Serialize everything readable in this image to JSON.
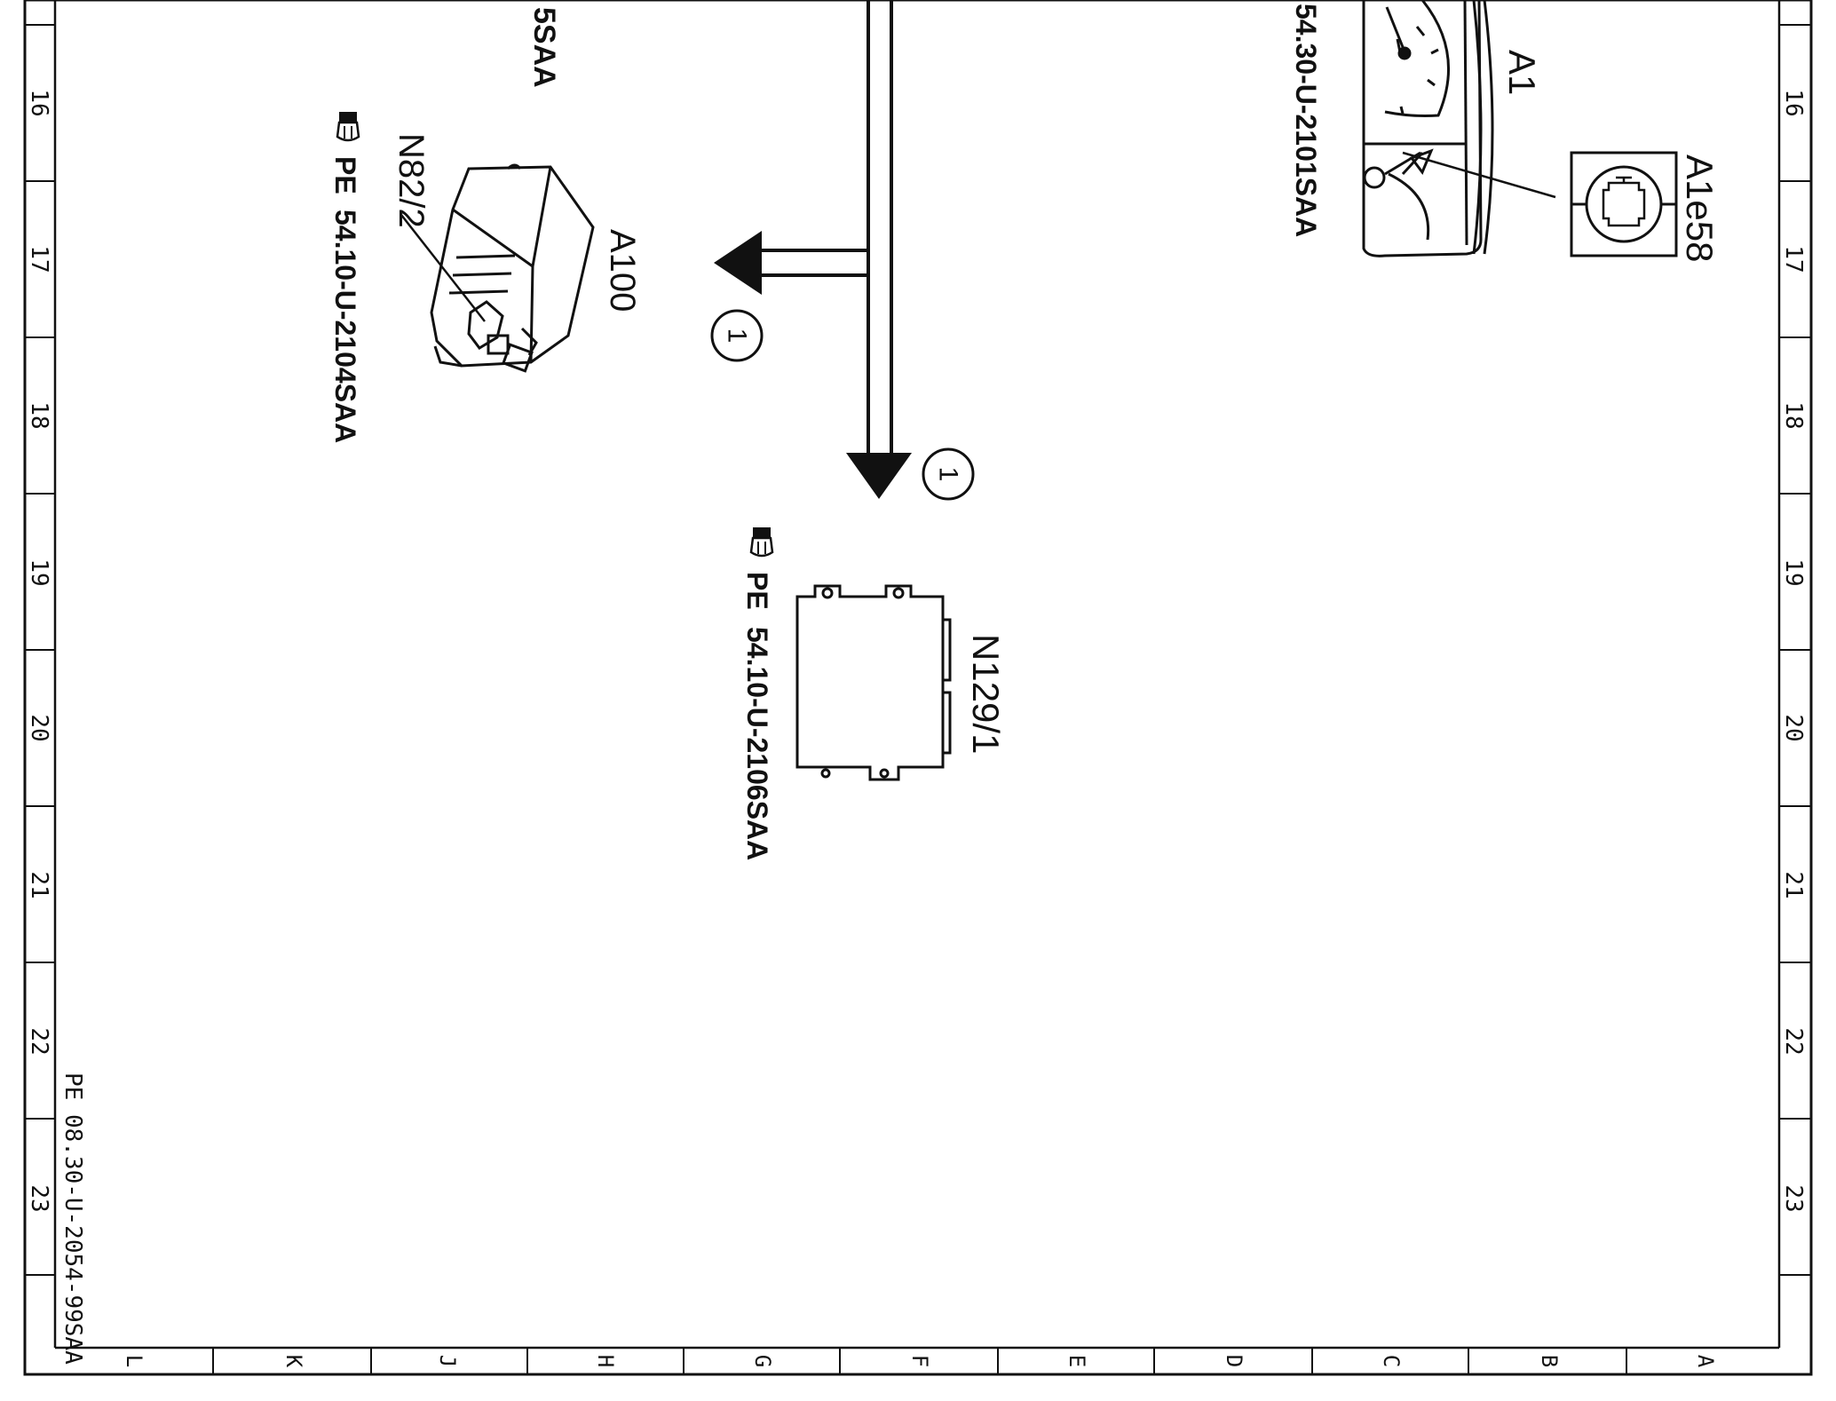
{
  "frame": {
    "row_numbers": [
      "16",
      "17",
      "18",
      "19",
      "20",
      "21",
      "22",
      "23"
    ],
    "column_letters": [
      "L",
      "K",
      "J",
      "H",
      "G",
      "F",
      "E",
      "D",
      "C",
      "B",
      "A"
    ]
  },
  "document_ref": "PE 08.30-U-2054-99SAA",
  "components": {
    "a100": {
      "designation": "A100",
      "sub_designation": "N82/2",
      "ref_prefix": "PE",
      "ref_code": "54.10-U-2104SAA",
      "ref_icon": "pointing-hand-icon"
    },
    "n129": {
      "designation": "N129/1",
      "ref_prefix": "PE",
      "ref_code": "54.10-U-2106SAA",
      "ref_icon": "pointing-hand-icon"
    },
    "a1": {
      "designation": "A1",
      "ref_code": "54.30-U-2101SAA"
    },
    "a1e58": {
      "designation": "A1e58",
      "icon": "engine-warning-icon"
    },
    "cut_ref": {
      "text": "5SAA"
    }
  },
  "connectors": {
    "left_marker": "1",
    "down_marker": "1"
  }
}
